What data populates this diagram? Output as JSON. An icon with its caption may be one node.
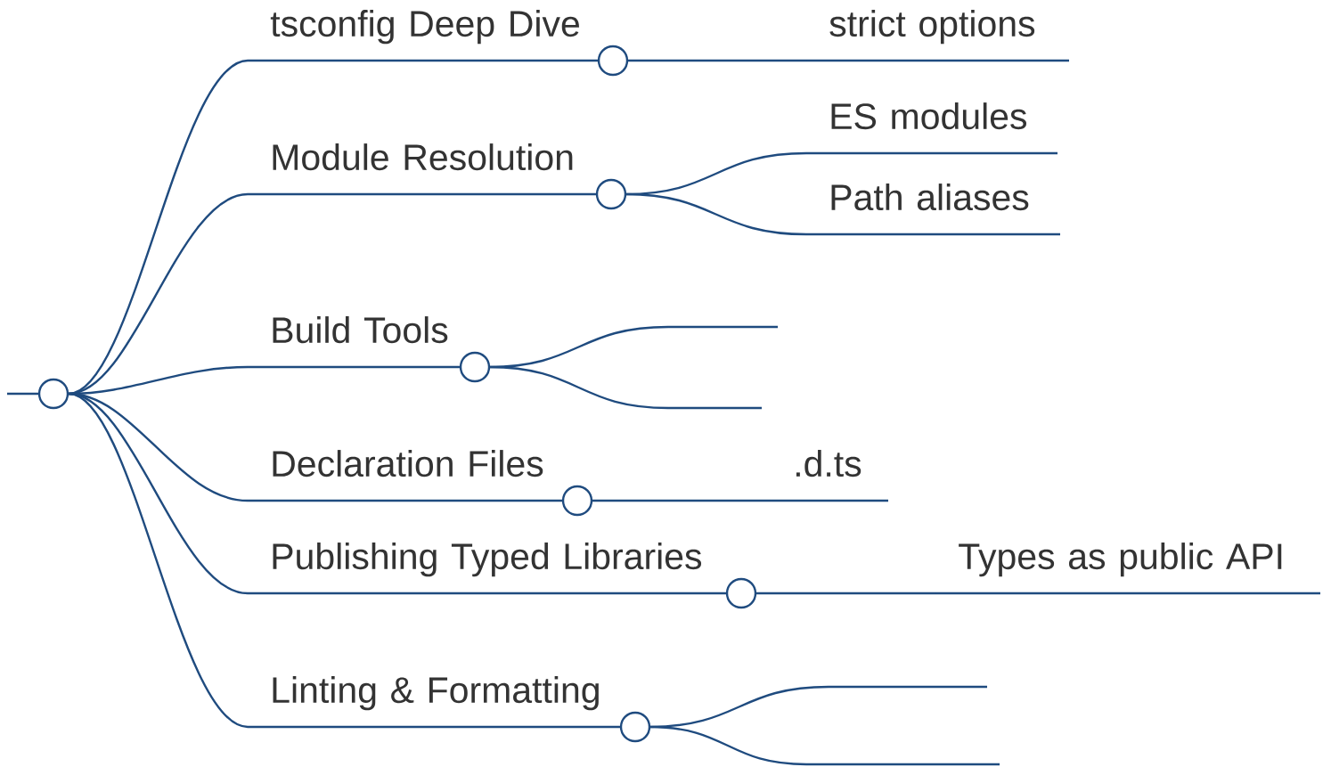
{
  "diagram": {
    "nodes": [
      {
        "text": [],
        "shape": "circle"
      },
      {
        "text": [
          "tsconfig Deep Dive"
        ]
      },
      {
        "text": [
          "strict options"
        ]
      },
      {
        "text": [
          "Module Resolution"
        ]
      },
      {
        "text": [
          "ES modules"
        ]
      },
      {
        "text": [
          "Path aliases"
        ]
      },
      {
        "text": [
          "Build Tools"
        ]
      },
      {
        "text": [],
        "shape": "line"
      },
      {
        "text": [],
        "shape": "line"
      },
      {
        "text": [
          "Declaration Files"
        ]
      },
      {
        "text": [
          ".d.ts"
        ]
      },
      {
        "text": [
          "Publishing Typed Libraries"
        ]
      },
      {
        "text": [
          "Types as public API"
        ]
      },
      {
        "text": [
          "Linting & Formatting"
        ]
      },
      {
        "text": [],
        "shape": "line"
      },
      {
        "text": [],
        "shape": "line"
      }
    ],
    "edges": [
      {
        "from": 0,
        "to": 1,
        "arrow": "none"
      },
      {
        "from": 0,
        "to": 3,
        "arrow": "none"
      },
      {
        "from": 0,
        "to": 6,
        "arrow": "none"
      },
      {
        "from": 0,
        "to": 9,
        "arrow": "none"
      },
      {
        "from": 0,
        "to": 11,
        "arrow": "none"
      },
      {
        "from": 0,
        "to": 13,
        "arrow": "none"
      },
      {
        "from": 1,
        "to": 2,
        "arrow": "none"
      },
      {
        "from": 3,
        "to": 4,
        "arrow": "none"
      },
      {
        "from": 3,
        "to": 5,
        "arrow": "none"
      },
      {
        "from": 6,
        "to": 7,
        "arrow": "none"
      },
      {
        "from": 6,
        "to": 8,
        "arrow": "none"
      },
      {
        "from": 9,
        "to": 10,
        "arrow": "none"
      },
      {
        "from": 11,
        "to": 12,
        "arrow": "none"
      },
      {
        "from": 13,
        "to": 14,
        "arrow": "none"
      },
      {
        "from": 13,
        "to": 15,
        "arrow": "none"
      }
    ]
  }
}
